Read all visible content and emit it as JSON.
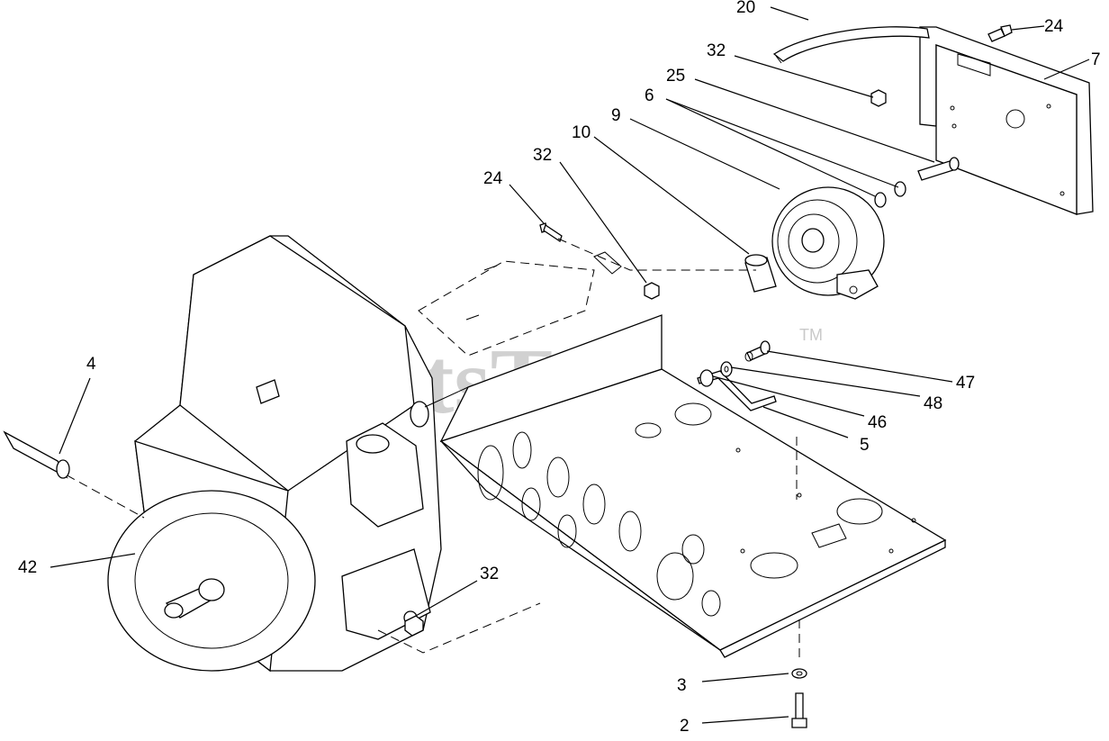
{
  "watermark": {
    "text": "PartsTree",
    "trademark": "TM"
  },
  "callouts": [
    {
      "id": "c20a",
      "label": "20"
    },
    {
      "id": "c24a",
      "label": "24"
    },
    {
      "id": "c7",
      "label": "7"
    },
    {
      "id": "c32a",
      "label": "32"
    },
    {
      "id": "c25",
      "label": "25"
    },
    {
      "id": "c6",
      "label": "6"
    },
    {
      "id": "c9",
      "label": "9"
    },
    {
      "id": "c10",
      "label": "10"
    },
    {
      "id": "c32b",
      "label": "32"
    },
    {
      "id": "c24b",
      "label": "24"
    },
    {
      "id": "c4",
      "label": "4"
    },
    {
      "id": "c47",
      "label": "47"
    },
    {
      "id": "c48",
      "label": "48"
    },
    {
      "id": "c46",
      "label": "46"
    },
    {
      "id": "c5",
      "label": "5"
    },
    {
      "id": "c42",
      "label": "42"
    },
    {
      "id": "c32c",
      "label": "32"
    },
    {
      "id": "c3",
      "label": "3"
    },
    {
      "id": "c2",
      "label": "2"
    }
  ]
}
